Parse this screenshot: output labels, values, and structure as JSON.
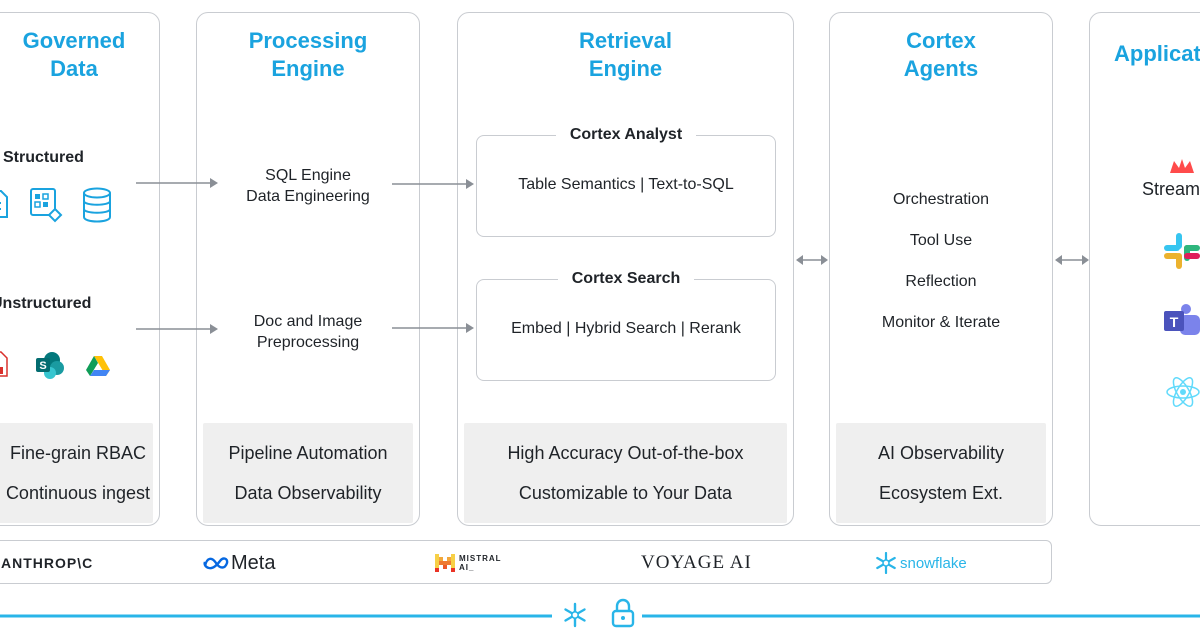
{
  "columns": {
    "governed": {
      "title_line1": "Governed",
      "title_line2": "Data",
      "structured_label": "Structured",
      "unstructured_label": "Unstructured",
      "footer_line1": "Fine-grain RBAC",
      "footer_line2": "Continuous ingest"
    },
    "processing": {
      "title_line1": "Processing",
      "title_line2": "Engine",
      "item1_line1": "SQL Engine",
      "item1_line2": "Data Engineering",
      "item2_line1": "Doc and Image",
      "item2_line2": "Preprocessing",
      "footer_line1": "Pipeline Automation",
      "footer_line2": "Data Observability"
    },
    "retrieval": {
      "title_line1": "Retrieval",
      "title_line2": "Engine",
      "analyst_title": "Cortex Analyst",
      "analyst_body": "Table Semantics | Text-to-SQL",
      "search_title": "Cortex Search",
      "search_body": "Embed | Hybrid Search | Rerank",
      "footer_line1": "High Accuracy Out-of-the-box",
      "footer_line2": "Customizable to Your Data"
    },
    "agents": {
      "title_line1": "Cortex",
      "title_line2": "Agents",
      "items": [
        "Orchestration",
        "Tool Use",
        "Reflection",
        "Monitor & Iterate"
      ],
      "footer_line1": "AI Observability",
      "footer_line2": "Ecosystem Ext."
    },
    "applications": {
      "title": "Applications",
      "streamlit_label": "Streamlit"
    }
  },
  "partners": {
    "anthropic": "ANTHROP\\C",
    "meta": "Meta",
    "mistral": "MISTRAL AI_",
    "voyage": "VOYAGE AI",
    "snowflake": "snowflake"
  },
  "colors": {
    "accent": "#1aa3df",
    "border": "#c9ccd1",
    "footer_bg": "#efefef",
    "arrow": "#8a8f96"
  },
  "icons": [
    "file-icon",
    "grid-table-icon",
    "database-icon",
    "pdf-icon",
    "sharepoint-icon",
    "google-drive-icon",
    "streamlit-icon",
    "slack-icon",
    "teams-icon",
    "react-icon",
    "snowflake-icon",
    "lock-icon"
  ]
}
